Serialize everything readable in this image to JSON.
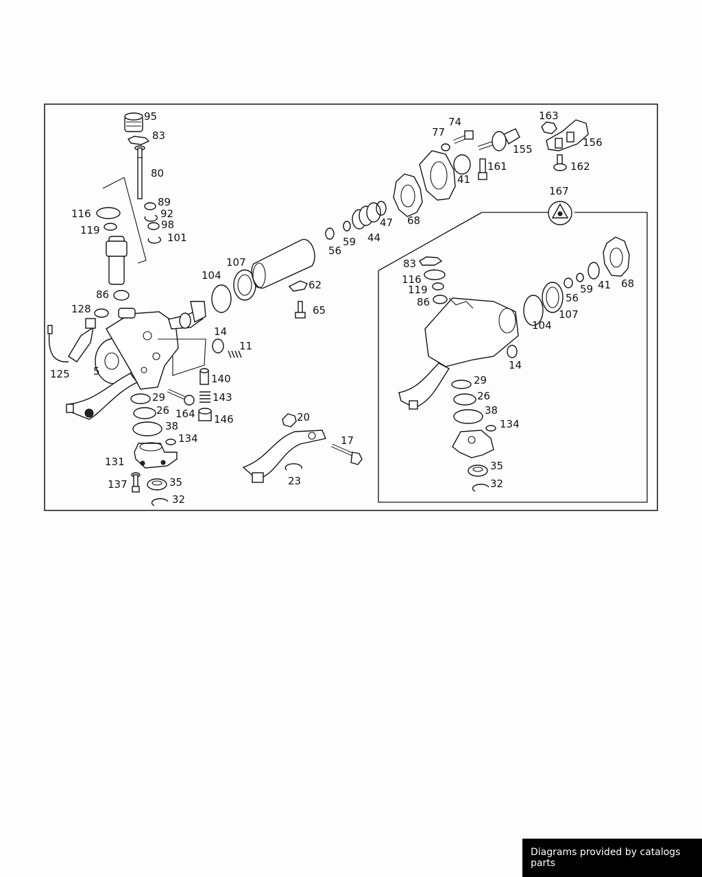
{
  "diagram": {
    "part_labels": [
      "95",
      "83",
      "80",
      "89",
      "92",
      "98",
      "101",
      "116",
      "119",
      "86",
      "128",
      "125",
      "5",
      "29",
      "26",
      "38",
      "134",
      "131",
      "137",
      "35",
      "32",
      "140",
      "143",
      "164",
      "146",
      "14",
      "11",
      "104",
      "107",
      "62",
      "65",
      "56",
      "59",
      "44",
      "47",
      "68",
      "41",
      "77",
      "74",
      "155",
      "161",
      "163",
      "156",
      "162",
      "167",
      "20",
      "17",
      "23",
      "83",
      "116",
      "119",
      "86",
      "104",
      "107",
      "56",
      "59",
      "41",
      "68",
      "14",
      "29",
      "26",
      "38",
      "134",
      "35",
      "32"
    ]
  },
  "footer": {
    "credit": "Diagrams provided by catalogs parts"
  }
}
